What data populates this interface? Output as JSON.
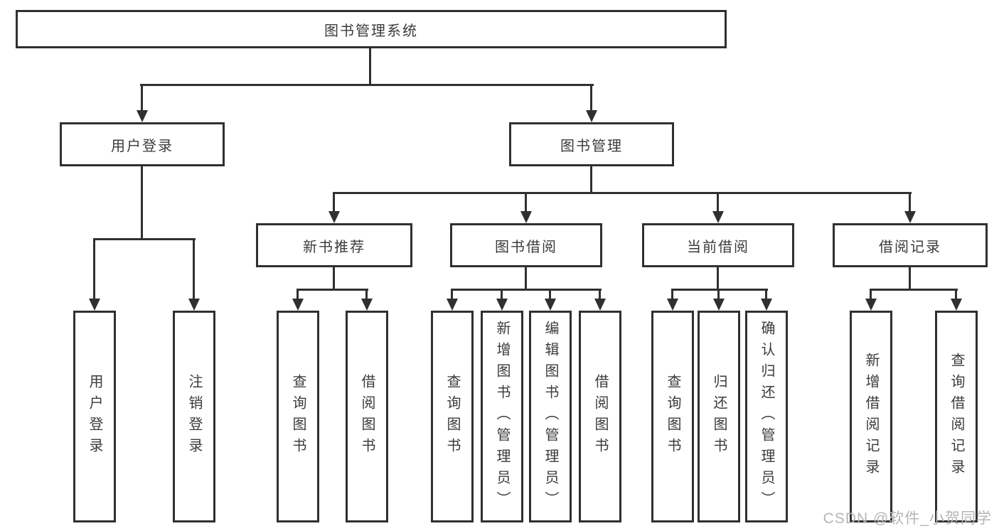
{
  "diagram": {
    "root": {
      "label": "图书管理系统"
    },
    "level2": [
      {
        "label": "用户登录"
      },
      {
        "label": "图书管理"
      }
    ],
    "level3": [
      {
        "label": "新书推荐"
      },
      {
        "label": "图书借阅"
      },
      {
        "label": "当前借阅"
      },
      {
        "label": "借阅记录"
      }
    ],
    "leaves": {
      "user_login": [
        "用户登录",
        "注销登录"
      ],
      "new_book": [
        "查询图书",
        "借阅图书"
      ],
      "book_borrow": [
        "查询图书",
        "新增图书（管理员）",
        "编辑图书（管理员）",
        "借阅图书"
      ],
      "current_borrow": [
        "查询图书",
        "归还图书",
        "确认归还（管理员）"
      ],
      "borrow_record": [
        "新增借阅记录",
        "查询借阅记录"
      ]
    }
  },
  "watermark": {
    "text": "CSDN @软件_小贺同学"
  },
  "colors": {
    "line": "#303030",
    "border": "#303030",
    "text": "#3b3b3b",
    "watermark": "#b5b5b5",
    "background": "#ffffff"
  }
}
